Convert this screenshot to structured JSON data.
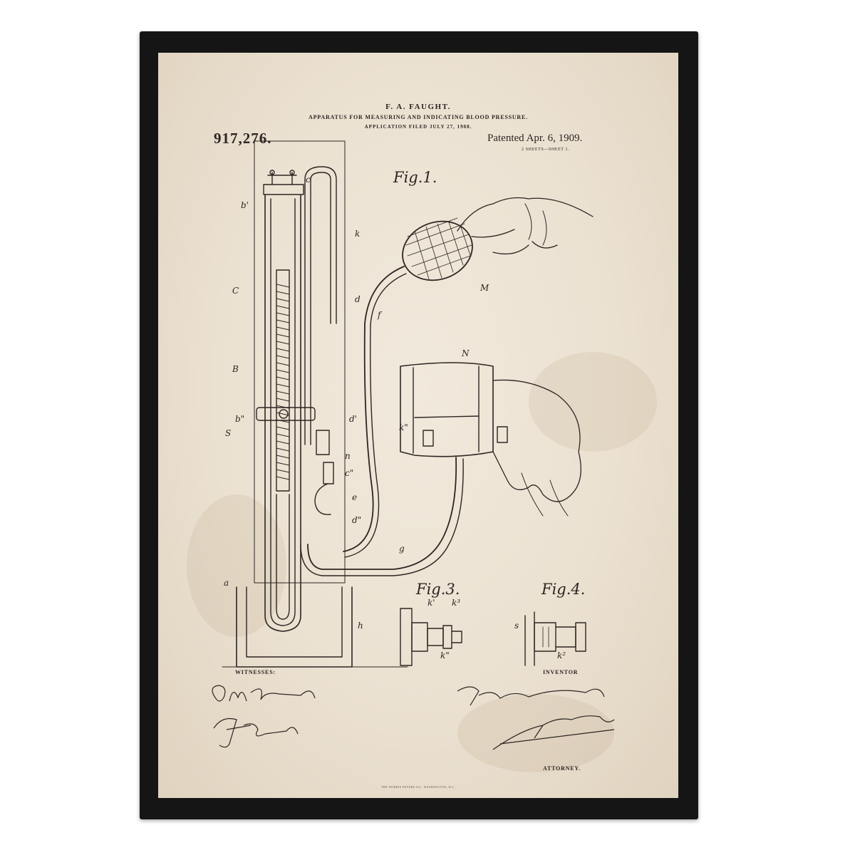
{
  "patent": {
    "inventor_name": "F. A. FAUGHT.",
    "title": "APPARATUS FOR MEASURING AND INDICATING BLOOD PRESSURE.",
    "filed": "APPLICATION FILED JULY 27, 1908.",
    "number": "917,276.",
    "patented": "Patented Apr. 6, 1909.",
    "sheets": "2 SHEETS—SHEET 1."
  },
  "figures": {
    "fig1": "Fig.1.",
    "fig3": "Fig.3.",
    "fig4": "Fig.4."
  },
  "reference_letters": [
    "b'",
    "c",
    "k",
    "C",
    "d",
    "f",
    "M",
    "B",
    "N",
    "b\"",
    "S",
    "d'",
    "k\"",
    "n",
    "c\"",
    "e",
    "d\"",
    "g",
    "a",
    "h",
    "k'",
    "k\"",
    "k³",
    "s",
    "k²"
  ],
  "signatures": {
    "witnesses_label": "WITNESSES:",
    "inventor_label": "INVENTOR",
    "attorney_label": "ATTORNEY."
  },
  "footer": "THE NORRIS PETERS CO., WASHINGTON, D.C.",
  "colors": {
    "frame": "#151515",
    "paper": "#ebe1d1",
    "ink": "#2c2622"
  }
}
